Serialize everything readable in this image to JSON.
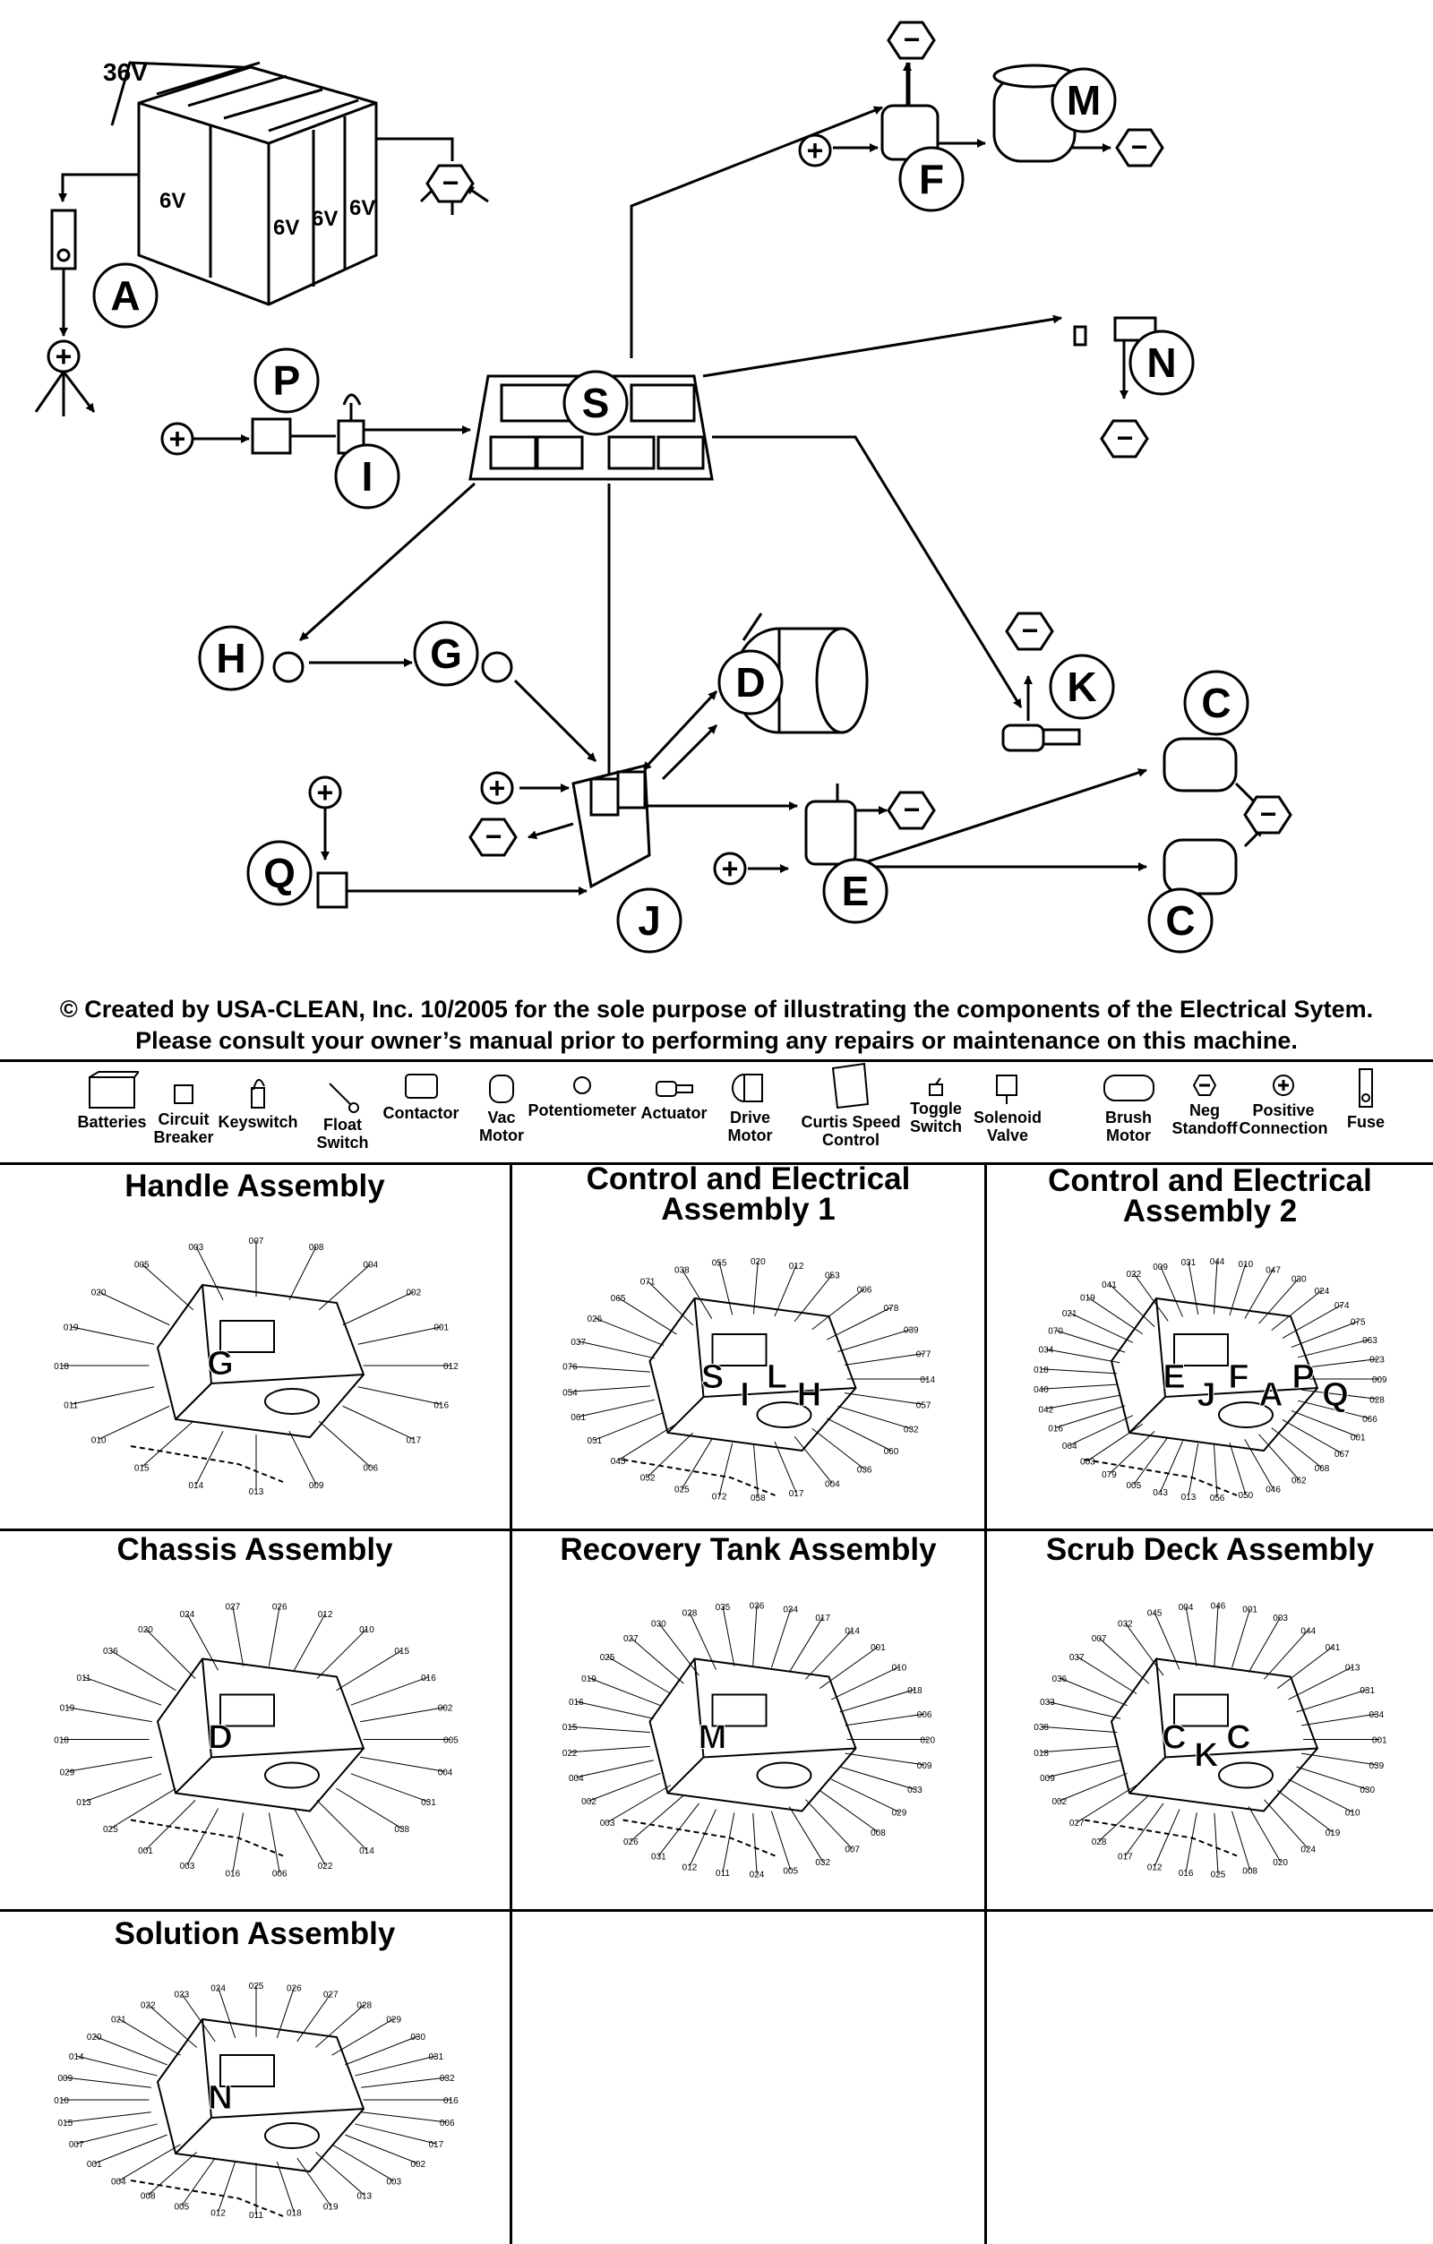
{
  "battery": {
    "total_voltage": "36V",
    "cell_label": "6V"
  },
  "components": {
    "A": "A",
    "C": "C",
    "D": "D",
    "E": "E",
    "F": "F",
    "G": "G",
    "H": "H",
    "I": "I",
    "J": "J",
    "K": "K",
    "M": "M",
    "N": "N",
    "P": "P",
    "Q": "Q",
    "S": "S"
  },
  "symbols": {
    "neg": "−",
    "pos": "+"
  },
  "copyright": {
    "line1": "© Created by USA-CLEAN, Inc. 10/2005 for the sole purpose of illustrating the components of the Electrical Sytem.",
    "line2": "Please consult your owner’s manual prior to performing any repairs or maintenance on this machine."
  },
  "legend": [
    {
      "label": "Batteries",
      "icon": "battery-icon"
    },
    {
      "label": "Circuit Breaker",
      "icon": "circuit-breaker-icon"
    },
    {
      "label": "Keyswitch",
      "icon": "keyswitch-icon"
    },
    {
      "label": "Float Switch",
      "icon": "float-switch-icon"
    },
    {
      "label": "Contactor",
      "icon": "contactor-icon"
    },
    {
      "label": "Vac Motor",
      "icon": "vac-motor-icon"
    },
    {
      "label": "Potentiometer",
      "icon": "potentiometer-icon"
    },
    {
      "label": "Actuator",
      "icon": "actuator-icon"
    },
    {
      "label": "Drive Motor",
      "icon": "drive-motor-icon"
    },
    {
      "label": "Curtis Speed Control",
      "icon": "speed-control-icon"
    },
    {
      "label": "Toggle Switch",
      "icon": "toggle-switch-icon"
    },
    {
      "label": "Solenoid Valve",
      "icon": "solenoid-valve-icon"
    },
    {
      "label": "Brush Motor",
      "icon": "brush-motor-icon"
    },
    {
      "label": "Neg Standoff",
      "icon": "neg-standoff-icon"
    },
    {
      "label": "Positive Connection",
      "icon": "positive-connection-icon"
    },
    {
      "label": "Fuse",
      "icon": "fuse-icon"
    }
  ],
  "assemblies": [
    {
      "title": "Handle Assembly",
      "markers": [
        "G"
      ],
      "parts": [
        "012",
        "016",
        "017",
        "006",
        "009",
        "013",
        "014",
        "015",
        "010",
        "011",
        "018",
        "019",
        "020",
        "005",
        "003",
        "007",
        "008",
        "004",
        "002",
        "001"
      ]
    },
    {
      "title": "Control and Electrical Assembly 1",
      "markers": [
        "S",
        "I",
        "L",
        "H"
      ],
      "parts": [
        "014",
        "057",
        "032",
        "060",
        "036",
        "004",
        "017",
        "058",
        "072",
        "025",
        "052",
        "045",
        "051",
        "061",
        "054",
        "076",
        "037",
        "026",
        "065",
        "071",
        "038",
        "055",
        "020",
        "012",
        "053",
        "006",
        "078",
        "039",
        "077"
      ]
    },
    {
      "title": "Control and Electrical Assembly 2",
      "markers": [
        "E",
        "J",
        "F",
        "A",
        "P",
        "Q"
      ],
      "parts": [
        "009",
        "028",
        "066",
        "001",
        "067",
        "068",
        "062",
        "046",
        "050",
        "056",
        "013",
        "043",
        "005",
        "079",
        "003",
        "064",
        "016",
        "042",
        "040",
        "018",
        "034",
        "070",
        "021",
        "019",
        "041",
        "022",
        "009",
        "031",
        "044",
        "010",
        "047",
        "030",
        "024",
        "074",
        "075",
        "063",
        "023"
      ]
    },
    {
      "title": "Chassis Assembly",
      "markers": [
        "D"
      ],
      "parts": [
        "005",
        "004",
        "031",
        "038",
        "014",
        "022",
        "006",
        "016",
        "003",
        "001",
        "025",
        "013",
        "029",
        "018",
        "019",
        "011",
        "036",
        "020",
        "024",
        "027",
        "026",
        "012",
        "010",
        "015",
        "016",
        "002"
      ]
    },
    {
      "title": "Recovery Tank Assembly",
      "markers": [
        "M"
      ],
      "parts": [
        "020",
        "009",
        "033",
        "029",
        "008",
        "007",
        "032",
        "005",
        "024",
        "011",
        "012",
        "031",
        "026",
        "003",
        "002",
        "004",
        "022",
        "015",
        "016",
        "019",
        "025",
        "027",
        "030",
        "028",
        "035",
        "036",
        "034",
        "017",
        "014",
        "001",
        "010",
        "018",
        "006"
      ]
    },
    {
      "title": "Scrub Deck Assembly",
      "markers": [
        "C",
        "K",
        "C"
      ],
      "parts": [
        "001",
        "039",
        "030",
        "010",
        "019",
        "024",
        "020",
        "008",
        "025",
        "016",
        "012",
        "017",
        "028",
        "027",
        "002",
        "009",
        "018",
        "038",
        "033",
        "036",
        "037",
        "007",
        "032",
        "045",
        "004",
        "046",
        "001",
        "003",
        "044",
        "041",
        "013",
        "031",
        "034"
      ]
    },
    {
      "title": "Solution Assembly",
      "markers": [
        "N"
      ],
      "parts": [
        "016",
        "006",
        "017",
        "002",
        "003",
        "013",
        "019",
        "018",
        "011",
        "012",
        "005",
        "008",
        "004",
        "001",
        "007",
        "015",
        "010",
        "009",
        "014",
        "020",
        "021",
        "022",
        "023",
        "024",
        "025",
        "026",
        "027",
        "028",
        "029",
        "030",
        "031",
        "032"
      ]
    }
  ]
}
